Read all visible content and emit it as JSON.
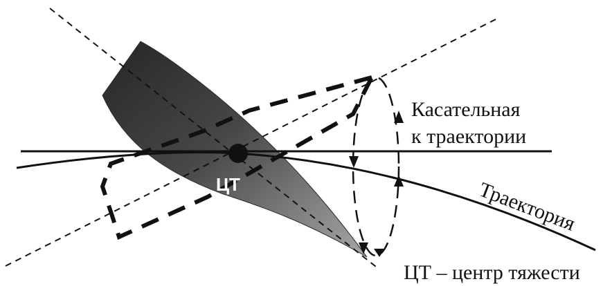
{
  "labels": {
    "cg_marker": "ЦТ",
    "tangent_line1": "Касательная",
    "tangent_line2": "к траектории",
    "trajectory": "Траектория",
    "legend": "ЦТ – центр тяжести"
  },
  "colors": {
    "ink": "#111111",
    "bullet_dark": "#1e1e1e",
    "bullet_mid": "#5a5a5a",
    "bullet_light": "#9a9a9a",
    "cg_text": "#ffffff"
  }
}
